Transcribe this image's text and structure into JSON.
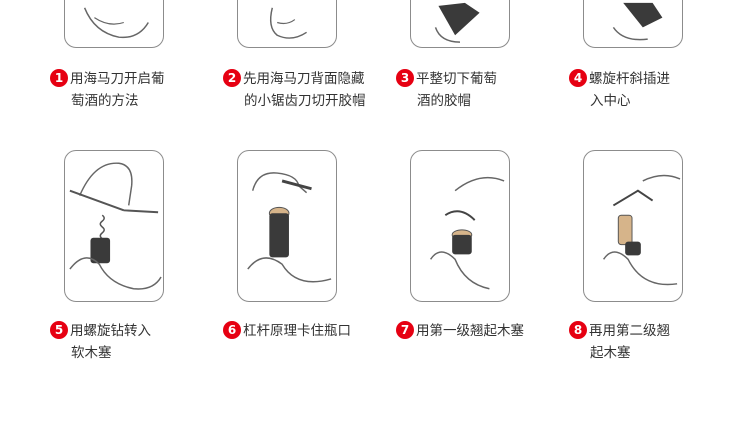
{
  "colors": {
    "badge": "#e60012",
    "frame": "#8c8c8c",
    "text": "#333333"
  },
  "steps": [
    {
      "num": "1",
      "line1": "用海马刀开启葡",
      "line2": "萄酒的方法",
      "icon": "hand-open-corkscrew-icon"
    },
    {
      "num": "2",
      "line1": "先用海马刀背面隐藏",
      "line2": "的小锯齿刀切开胶帽",
      "icon": "knife-cut-foil-icon"
    },
    {
      "num": "3",
      "line1": "平整切下葡萄",
      "line2": "酒的胶帽",
      "icon": "remove-foil-icon"
    },
    {
      "num": "4",
      "line1": "螺旋杆斜插进",
      "line2": "入中心",
      "icon": "insert-screw-icon"
    },
    {
      "num": "5",
      "line1": "用螺旋钻转入",
      "line2": "软木塞",
      "icon": "twist-screw-icon"
    },
    {
      "num": "6",
      "line1": "杠杆原理卡住瓶口",
      "line2": "",
      "icon": "lever-hook-icon"
    },
    {
      "num": "7",
      "line1": "用第一级翘起木塞",
      "line2": "",
      "icon": "first-lever-icon"
    },
    {
      "num": "8",
      "line1": "再用第二级翘",
      "line2": "起木塞",
      "icon": "second-lever-icon"
    }
  ]
}
